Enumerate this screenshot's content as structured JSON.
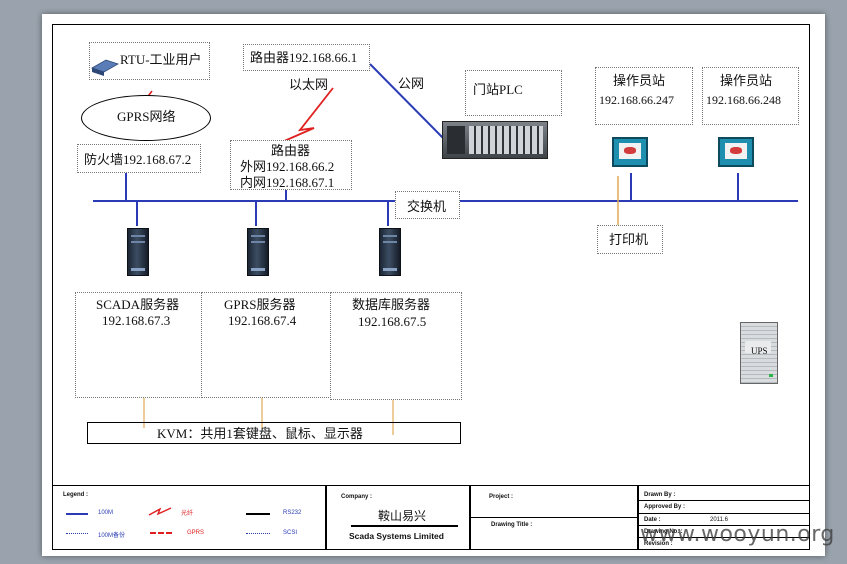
{
  "rtu": {
    "label": "RTU-工业用户"
  },
  "gprs_net": {
    "label": "GPRS网络"
  },
  "firewall": {
    "label": "防火墙192.168.67.2"
  },
  "router_top": {
    "label": "路由器192.168.66.1"
  },
  "ethernet": {
    "label": "以太网"
  },
  "public_net": {
    "label": "公网"
  },
  "router_mid": {
    "title": "路由器",
    "wan": "外网192.168.66.2",
    "lan": "内网192.168.67.1"
  },
  "plc": {
    "label": "门站PLC"
  },
  "op1": {
    "title": "操作员站",
    "ip": "192.168.66.247"
  },
  "op2": {
    "title": "操作员站",
    "ip": "192.168.66.248"
  },
  "switch": {
    "label": "交换机"
  },
  "printer": {
    "label": "打印机"
  },
  "servers": [
    {
      "title": "SCADA服务器",
      "ip": "192.168.67.3"
    },
    {
      "title": "GPRS服务器",
      "ip": "192.168.67.4"
    },
    {
      "title": "数据库服务器",
      "ip": "192.168.67.5"
    }
  ],
  "ups": {
    "label": "UPS"
  },
  "kvm": {
    "label": "KVM：共用1套键盘、鼠标、显示器"
  },
  "title_block": {
    "legend_title": "Legend :",
    "legend": [
      "100M",
      "光纤",
      "RS232",
      "100M备份",
      "GPRS",
      "SCSI"
    ],
    "company_label": "Company :",
    "company_name": "鞍山易兴",
    "company_en": "Scada Systems Limited",
    "project_label": "Project :",
    "drawing_title_label": "Drawing Title :",
    "drawn_by": "Drawn By :",
    "approved_by": "Approved By :",
    "date_label": "Date :",
    "date_value": "2011.6",
    "drawing_no": "Drawing No. :",
    "revision": "Revision :"
  },
  "watermark": "www.wooyun.org",
  "colors": {
    "network": "#2a3bb5",
    "link": "#e1ab55",
    "wireless": "#e02020"
  }
}
